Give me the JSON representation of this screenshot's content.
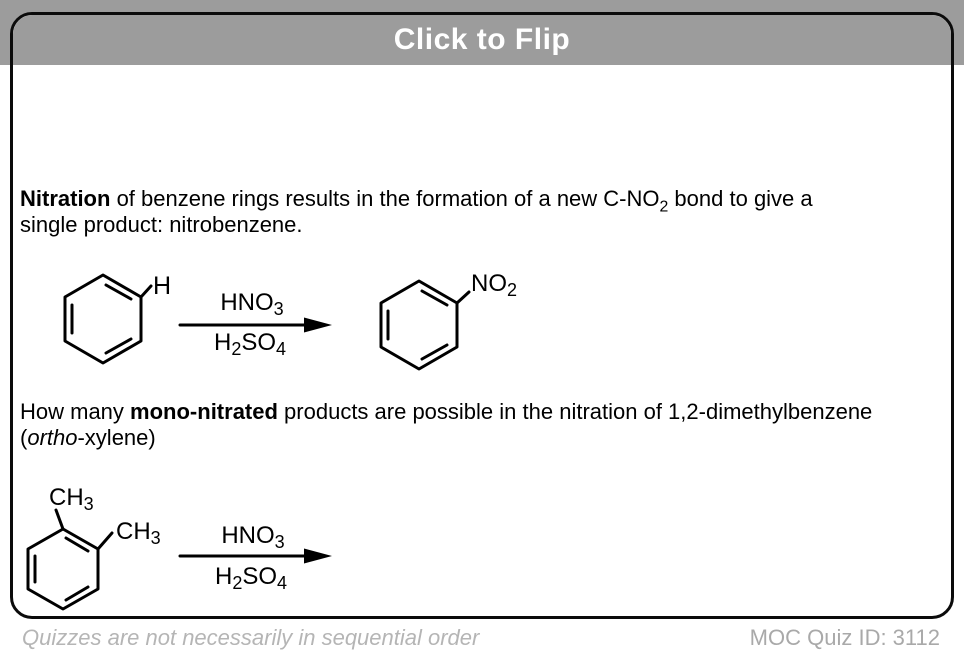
{
  "header": {
    "title": "Click to Flip"
  },
  "paragraph1": {
    "line1_bold": "Nitration",
    "line1_a": " of benzene rings results in the formation of a new C-NO",
    "line1_sub": "2",
    "line1_b": " bond to give a",
    "line2": "single product: nitrobenzene."
  },
  "paragraph2": {
    "line1_a": "How many ",
    "line1_bold": "mono-nitrated",
    "line1_b": " products are possible in the nitration of 1,2-dimethylbenzene",
    "line2_a": "(",
    "line2_italic": "ortho",
    "line2_b": "-xylene)"
  },
  "scheme1": {
    "h_label": "H",
    "reagent_top": {
      "base": "HNO",
      "sub": "3"
    },
    "reagent_bottom": {
      "base": "H",
      "sub1": "2",
      "mid": "SO",
      "sub2": "4"
    },
    "product_label": {
      "base": "NO",
      "sub": "2"
    }
  },
  "scheme2": {
    "methyl1": {
      "base": "CH",
      "sub": "3"
    },
    "methyl2": {
      "base": "CH",
      "sub": "3"
    },
    "reagent_top": {
      "base": "HNO",
      "sub": "3"
    },
    "reagent_bottom": {
      "base": "H",
      "sub1": "2",
      "mid": "SO",
      "sub2": "4"
    }
  },
  "footer": {
    "left": "Quizzes are not necessarily in sequential order",
    "right": "MOC Quiz ID: 3112"
  },
  "colors": {
    "header_bg": "#9c9c9c",
    "header_text": "#ffffff",
    "card_border": "#0b0b0b",
    "card_bg": "#ffffff",
    "body_text": "#000000",
    "footer_left_text": "#b5b5b5",
    "footer_right_text": "#a9a9a9"
  }
}
